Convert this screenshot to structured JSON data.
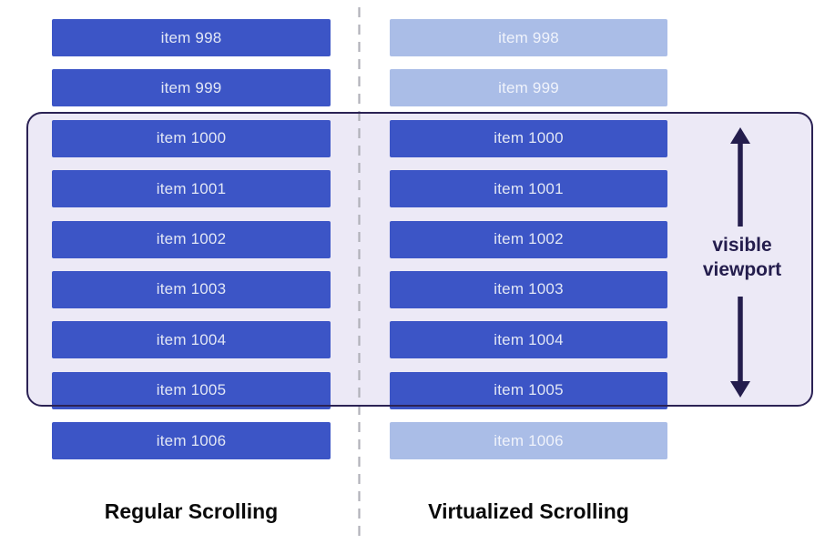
{
  "colors": {
    "bar_solid": "#3C55C6",
    "bar_faded": "#AABDE7",
    "bar_text_solid": "#E2E7F5",
    "bar_text_faded": "#F0F3FB",
    "viewport_fill": "#ECE9F6",
    "viewport_border": "#2B2254",
    "arrow": "#241D4D",
    "divider": "#B1B1B9",
    "label_text": "#0A0A0A"
  },
  "columns": [
    {
      "id": "regular",
      "label": "Regular Scrolling",
      "items": [
        {
          "label": "item 998",
          "state": "solid"
        },
        {
          "label": "item 999",
          "state": "solid"
        },
        {
          "label": "item 1000",
          "state": "solid"
        },
        {
          "label": "item 1001",
          "state": "solid"
        },
        {
          "label": "item 1002",
          "state": "solid"
        },
        {
          "label": "item 1003",
          "state": "solid"
        },
        {
          "label": "item 1004",
          "state": "solid"
        },
        {
          "label": "item 1005",
          "state": "solid"
        },
        {
          "label": "item 1006",
          "state": "solid"
        }
      ]
    },
    {
      "id": "virtualized",
      "label": "Virtualized Scrolling",
      "items": [
        {
          "label": "item 998",
          "state": "faded"
        },
        {
          "label": "item 999",
          "state": "faded"
        },
        {
          "label": "item 1000",
          "state": "solid"
        },
        {
          "label": "item 1001",
          "state": "solid"
        },
        {
          "label": "item 1002",
          "state": "solid"
        },
        {
          "label": "item 1003",
          "state": "solid"
        },
        {
          "label": "item 1004",
          "state": "solid"
        },
        {
          "label": "item 1005",
          "state": "solid"
        },
        {
          "label": "item 1006",
          "state": "faded"
        }
      ]
    }
  ],
  "viewport": {
    "label": "visible viewport",
    "contains_items": [
      "item 1000",
      "item 1001",
      "item 1002",
      "item 1003",
      "item 1004",
      "item 1005"
    ]
  }
}
